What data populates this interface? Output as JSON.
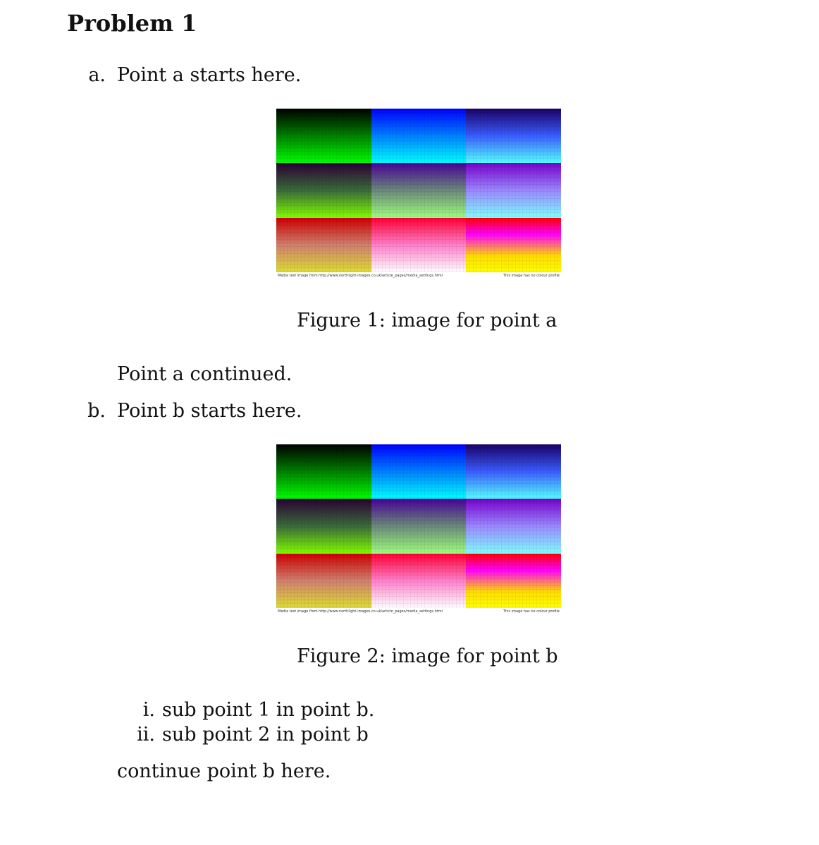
{
  "heading": "Problem 1",
  "items": {
    "a": {
      "marker": "a.",
      "text": "Point a starts here."
    },
    "a_cont": "Point a continued.",
    "b": {
      "marker": "b.",
      "text": "Point b starts here."
    },
    "b_sub": [
      {
        "marker": "i.",
        "text": "sub point 1 in point b."
      },
      {
        "marker": "ii.",
        "text": "sub point 2 in point b"
      }
    ],
    "b_cont": "continue point b here."
  },
  "figures": [
    {
      "caption": "Figure 1: image for point a",
      "note_left": "Media test image from http://www.northlight-images.co.uk/article_pages/media_settings.html",
      "note_right": "This image has no colour profile"
    },
    {
      "caption": "Figure 2: image for point b",
      "note_left": "Media test image from http://www.northlight-images.co.uk/article_pages/media_settings.html",
      "note_right": "This image has no colour profile"
    }
  ],
  "colors": {
    "text": "#111111",
    "background": "#ffffff"
  }
}
